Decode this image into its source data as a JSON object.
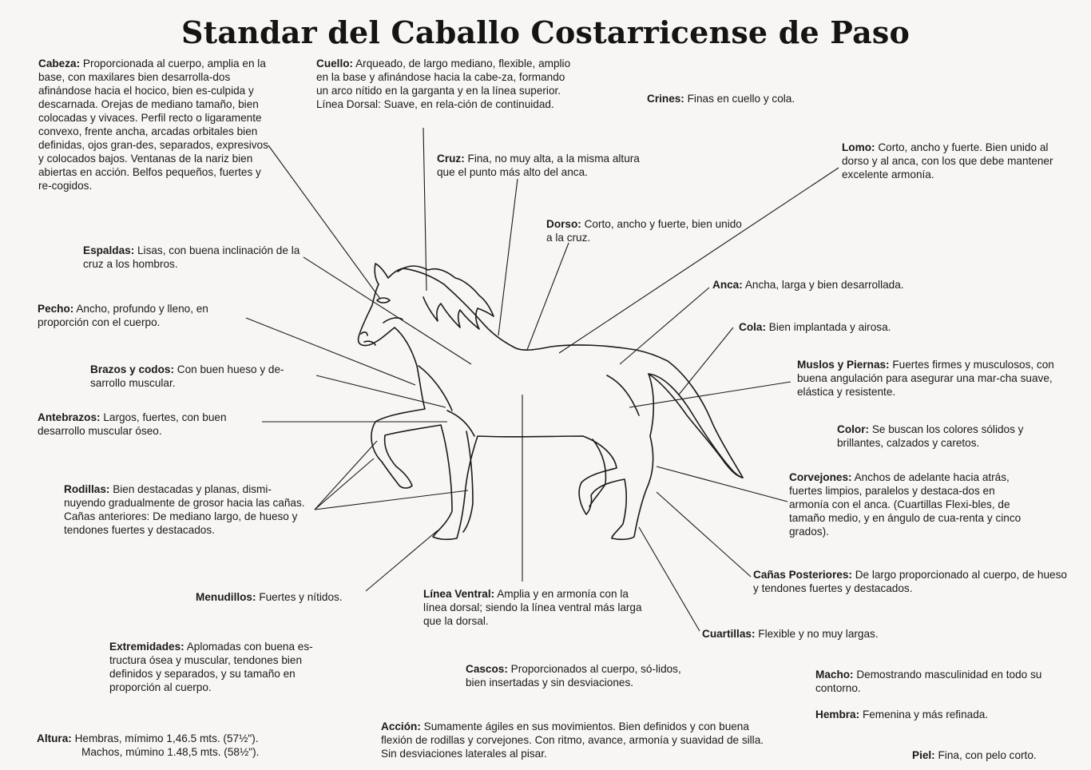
{
  "title": "Standar del Caballo Costarricense de Paso",
  "labels": {
    "cabeza": {
      "term": "Cabeza:",
      "text": "Proporcionada al cuerpo, amplia en la base, con maxilares bien desarrolla-dos afinándose hacia el hocico, bien es-culpida y descarnada. Orejas de mediano tamaño, bien colocadas y vivaces. Perfil recto o ligaramente convexo, frente ancha, arcadas orbitales bien definidas, ojos gran-des, separados, expresivos y colocados bajos. Ventanas de la nariz bien abiertas en acción. Belfos pequeños, fuertes y re-cogidos."
    },
    "cuello": {
      "term": "Cuello:",
      "text": "Arqueado, de largo mediano, flexible, amplio en la base y afinándose hacia la cabe-za, formando un arco nítido en la garganta y en la línea superior. Línea Dorsal: Suave, en rela-ción de continuidad."
    },
    "crines": {
      "term": "Crines:",
      "text": "Finas en cuello y cola."
    },
    "lomo": {
      "term": "Lomo:",
      "text": "Corto, ancho y fuerte. Bien unido al dorso y al anca, con los que debe mantener excelente armonía."
    },
    "cruz": {
      "term": "Cruz:",
      "text": "Fina, no muy alta, a la misma altura que el punto más alto del anca."
    },
    "dorso": {
      "term": "Dorso:",
      "text": "Corto, ancho y fuerte, bien unido a la cruz."
    },
    "espaldas": {
      "term": "Espaldas:",
      "text": "Lisas, con buena inclinación de la cruz a los hombros."
    },
    "anca": {
      "term": "Anca:",
      "text": "Ancha, larga y bien desarrollada."
    },
    "pecho": {
      "term": "Pecho:",
      "text": "Ancho, profundo y lleno, en proporción con el cuerpo."
    },
    "cola": {
      "term": "Cola:",
      "text": "Bien implantada y airosa."
    },
    "brazos": {
      "term": "Brazos y codos:",
      "text": "Con buen hueso y de-sarrollo muscular."
    },
    "muslos": {
      "term": "Muslos y Piernas:",
      "text": "Fuertes firmes y musculosos, con buena angulación para asegurar una mar-cha suave, elástica y resistente."
    },
    "antebrazos": {
      "term": "Antebrazos:",
      "text": "Largos, fuertes, con buen desarrollo muscular óseo."
    },
    "color": {
      "term": "Color:",
      "text": "Se buscan los colores sólidos y brillantes, calzados y caretos."
    },
    "corvejones": {
      "term": "Corvejones:",
      "text": "Anchos de adelante hacia atrás, fuertes limpios, paralelos y destaca-dos en armonía con el anca. (Cuartillas Flexi-bles, de tamaño medio, y en ángulo de cua-renta y cinco grados)."
    },
    "rodillas": {
      "term": "Rodillas:",
      "text": "Bien destacadas y planas, dismi-nuyendo gradualmente de grosor hacia las cañas. Cañas anteriores: De mediano largo, de hueso y tendones fuertes y destacados."
    },
    "canas_post": {
      "term": "Cañas Posteriores:",
      "text": "De largo proporcionado al cuerpo, de hueso y tendones fuertes y destacados."
    },
    "menudillos": {
      "term": "Menudillos:",
      "text": "Fuertes y nítidos."
    },
    "linea_ventral": {
      "term": "Línea Ventral:",
      "text": "Amplia y en armonía con la línea dorsal; siendo la línea ventral más larga que la dorsal."
    },
    "cuartillas": {
      "term": "Cuartillas:",
      "text": "Flexible y no muy largas."
    },
    "extremidades": {
      "term": "Extremidades:",
      "text": "Aplomadas con buena es-tructura ósea y muscular, tendones bien definidos y separados, y su tamaño en proporción al cuerpo."
    },
    "cascos": {
      "term": "Cascos:",
      "text": "Proporcionados al cuerpo, só-lidos, bien insertadas y sin desviaciones."
    },
    "macho": {
      "term": "Macho:",
      "text": "Demostrando masculinidad en todo su contorno."
    },
    "hembra": {
      "term": "Hembra:",
      "text": "Femenina y más refinada."
    },
    "altura": {
      "term": "Altura:",
      "line1": "Hembras, mímimo 1,46.5 mts. (57½\").",
      "line2": "Machos, múmino 1.48,5 mts. (58½\")."
    },
    "accion": {
      "term": "Acción:",
      "text": "Sumamente ágiles en sus movimientos. Bien definidos y con buena flexión de rodillas y corvejones. Con ritmo, avance, armonía y suavidad de silla. Sin desviaciones laterales al pisar."
    },
    "piel": {
      "term": "Piel:",
      "text": "Fina, con pelo corto."
    }
  }
}
